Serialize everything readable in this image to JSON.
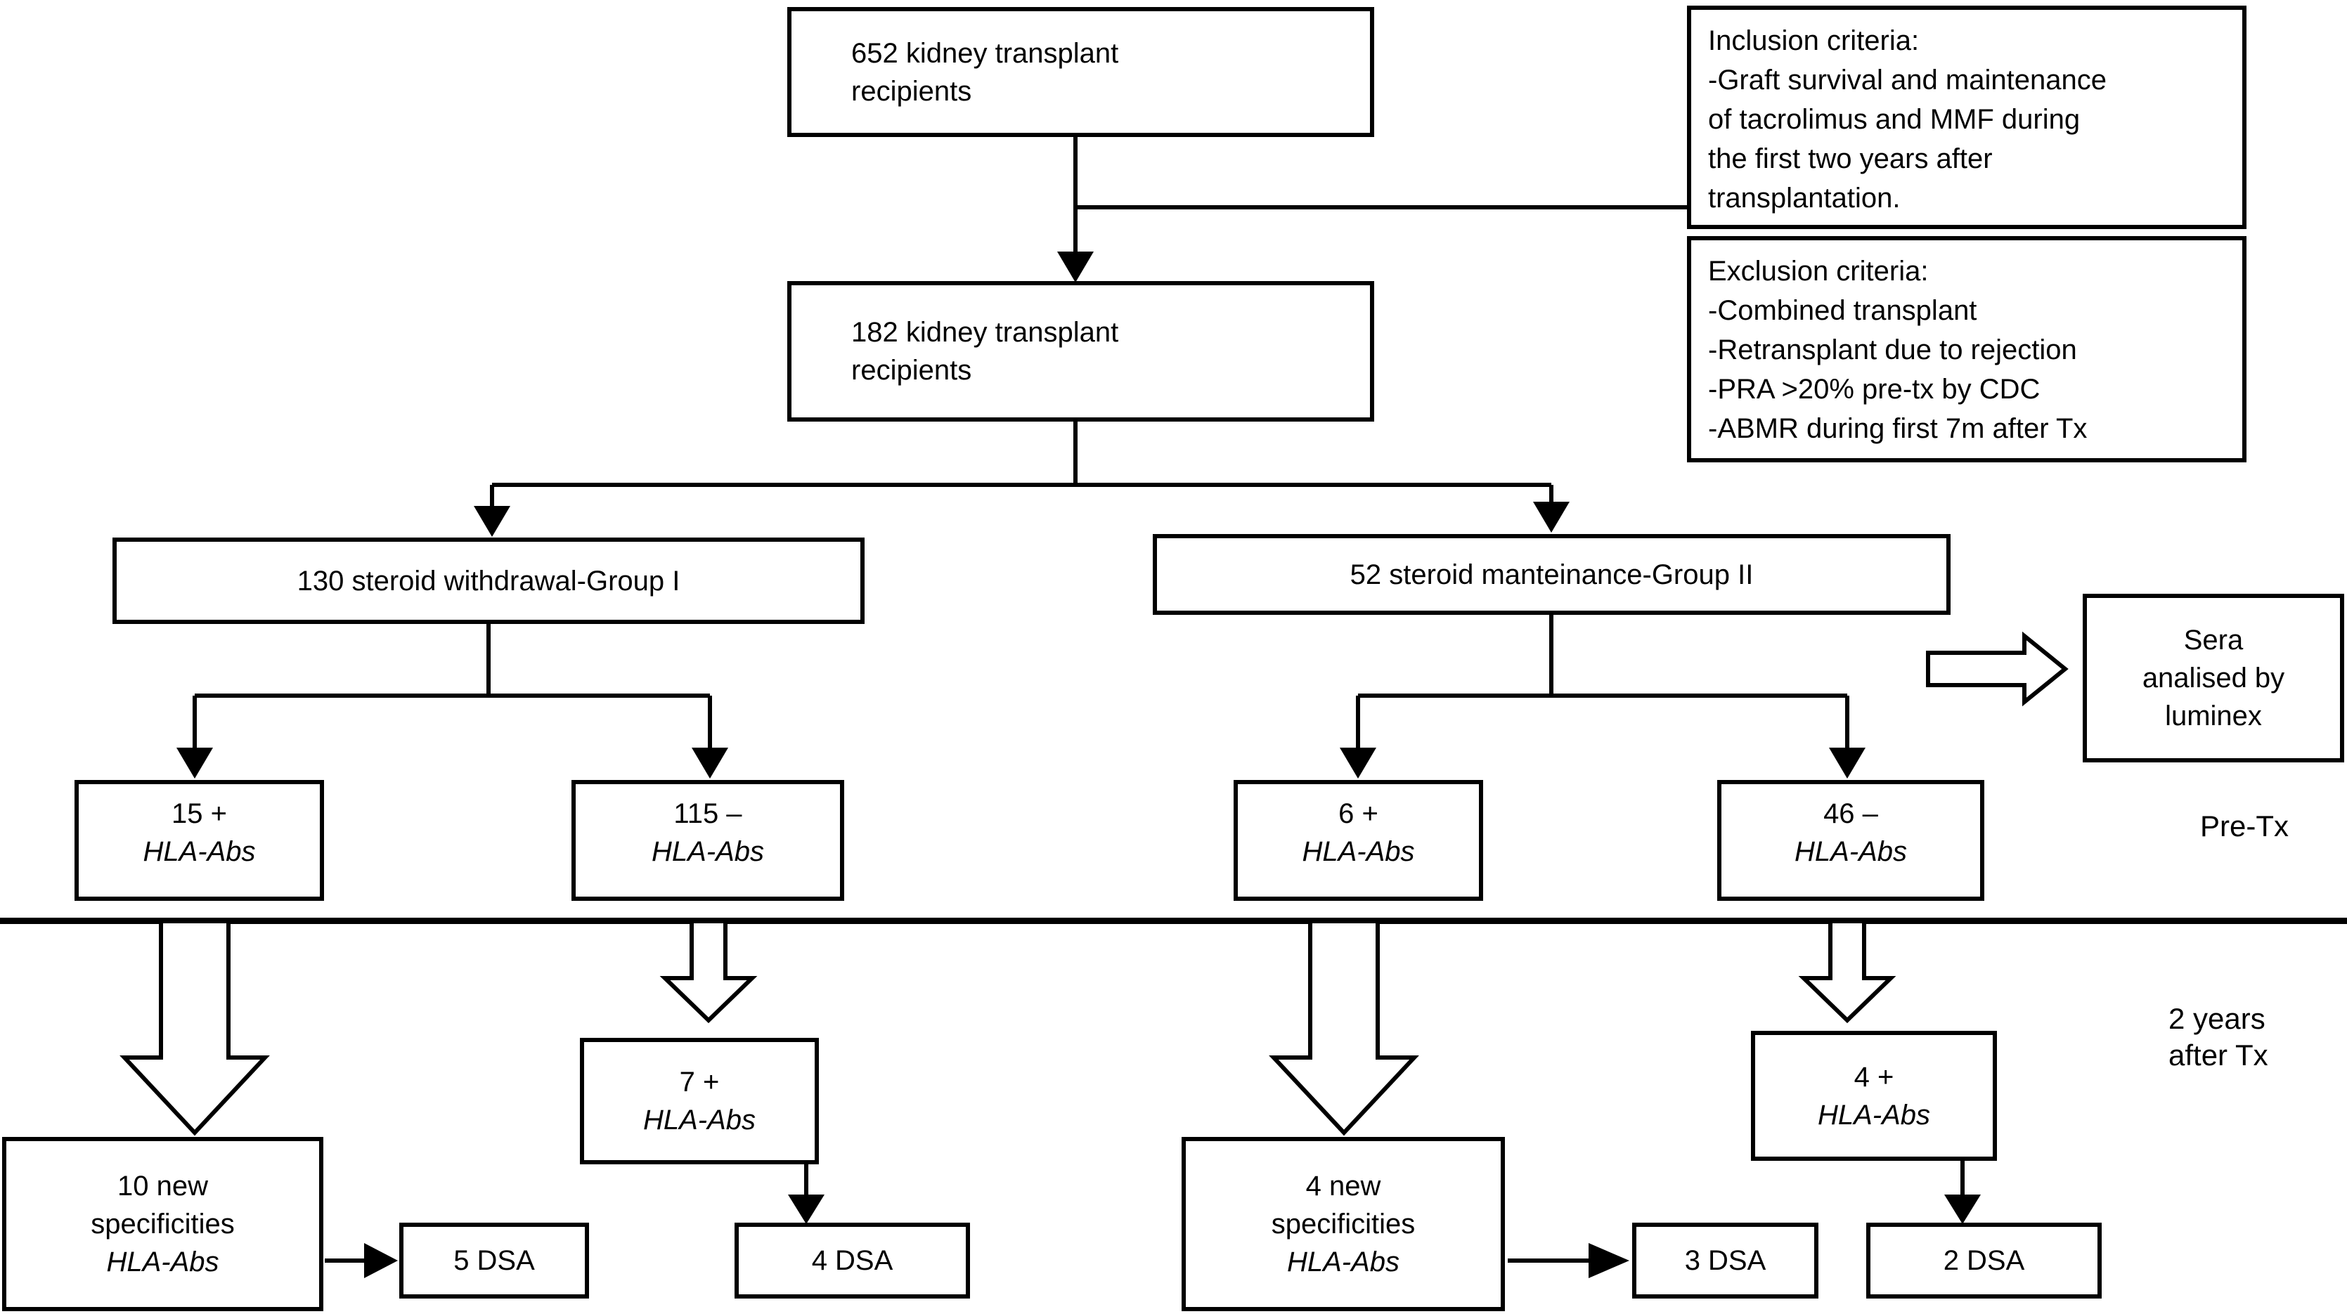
{
  "colors": {
    "ink": "#000000",
    "background": "#ffffff"
  },
  "nodes": {
    "recipients_652": {
      "text": "652 kidney transplant\nrecipients"
    },
    "inclusion": {
      "text": "Inclusion criteria:\n-Graft survival and maintenance\nof tacrolimus and MMF during\nthe first two years after\ntransplantation."
    },
    "exclusion": {
      "text": "Exclusion criteria:\n-Combined transplant\n-Retransplant due to rejection\n-PRA >20% pre-tx by CDC\n-ABMR during first 7m after Tx"
    },
    "recipients_182": {
      "text": "182 kidney transplant\nrecipients"
    },
    "group1": {
      "text": "130 steroid withdrawal-Group I"
    },
    "group2": {
      "text": "52 steroid manteinance-Group II"
    },
    "sera": {
      "text": "Sera\nanalised by\nluminex"
    },
    "group1_pos": {
      "count": "15 +",
      "sub": "HLA-Abs"
    },
    "group1_neg": {
      "count": "115 –",
      "sub": "HLA-Abs"
    },
    "group2_pos": {
      "count": "6 +",
      "sub": "HLA-Abs"
    },
    "group2_neg": {
      "count": "46 –",
      "sub": "HLA-Abs"
    },
    "group1_new": {
      "lines": "10 new\nspecificities",
      "sub": "HLA-Abs"
    },
    "group1_seroconv": {
      "count": "7 +",
      "sub": "HLA-Abs"
    },
    "group2_new": {
      "lines": "4 new\nspecificities",
      "sub": "HLA-Abs"
    },
    "group2_seroconv": {
      "count": "4 +",
      "sub": "HLA-Abs"
    },
    "dsa_group1_new": {
      "text": "5 DSA"
    },
    "dsa_group1_seroconv": {
      "text": "4 DSA"
    },
    "dsa_group2_new": {
      "text": "3 DSA"
    },
    "dsa_group2_seroconv": {
      "text": "2 DSA"
    }
  },
  "labels": {
    "pre_tx": "Pre-Tx",
    "after_tx": "2 years\nafter Tx"
  }
}
